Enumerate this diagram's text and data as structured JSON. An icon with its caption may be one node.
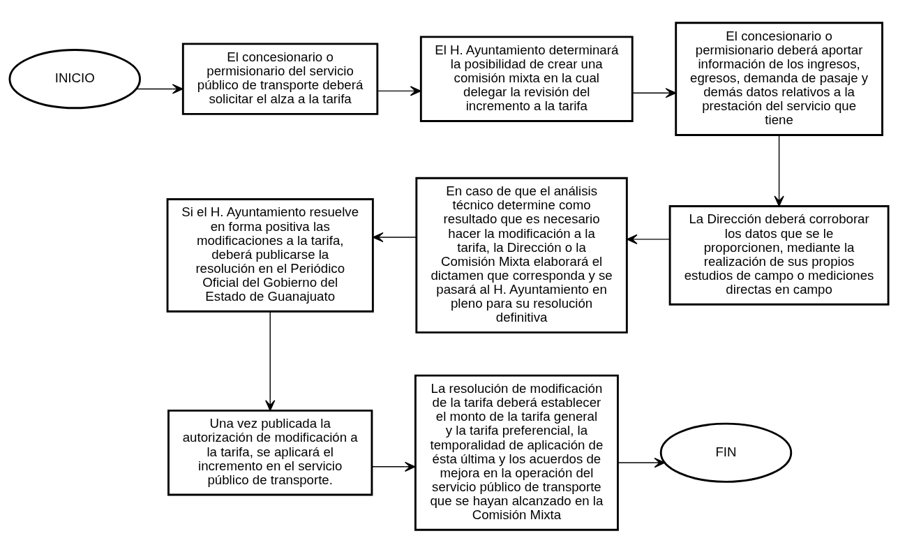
{
  "diagram": {
    "nodes": [
      {
        "text": [
          "INICIO"
        ]
      },
      {
        "text": [
          "El concesionario o permisionario del servicio público de transporte deberá solicitar el alza a la tarifa"
        ]
      },
      {
        "text": [
          "El H. Ayuntamiento determinará la posibilidad de crear una comisión mixta en la cual delegar la revisión del incremento a la tarifa"
        ]
      },
      {
        "text": [
          "El concesionario o permisionario deberá aportar información de los ingresos, egresos, demanda de pasaje y demás datos relativos a la prestación del servicio que tiene"
        ]
      },
      {
        "text": [
          "La Dirección deberá corroborar los datos que se le proporcionen, mediante la realización de sus propios estudios de campo o mediciones directas en campo"
        ]
      },
      {
        "text": [
          "En caso de que el análisis técnico determine como resultado que es necesario hacer la modificación a la tarifa, la Dirección o la Comisión Mixta elaborará el dictamen que corresponda y se pasará al H. Ayuntamiento en pleno para su resolución definitiva"
        ]
      },
      {
        "text": [
          "Si el H. Ayuntamiento resuelve en forma positiva las modificaciones a la tarifa, deberá publicarse la resolución en el Periódico Oficial del Gobierno del Estado de Guanajuato"
        ]
      },
      {
        "text": [
          "Una vez publicada la autorización de modificación a la tarifa, se aplicará el incremento en el servicio público de transporte."
        ]
      },
      {
        "text": [
          "La resolución de modificación de la tarifa deberá establecer el monto de la tarifa general y la tarifa preferencial, la temporalidad de aplicación de ésta última y los acuerdos de mejora en la operación del servicio público de transporte que se hayan alcanzado en la Comisión Mixta"
        ]
      },
      {
        "text": [
          "FIN"
        ]
      }
    ],
    "edges": [
      {
        "from": 0,
        "to": 1,
        "arrow": "to"
      },
      {
        "from": 1,
        "to": 2,
        "arrow": "to"
      },
      {
        "from": 2,
        "to": 3,
        "arrow": "to"
      },
      {
        "from": 3,
        "to": 4,
        "arrow": "to"
      },
      {
        "from": 4,
        "to": 5,
        "arrow": "to"
      },
      {
        "from": 5,
        "to": 6,
        "arrow": "to"
      },
      {
        "from": 6,
        "to": 7,
        "arrow": "to"
      },
      {
        "from": 7,
        "to": 8,
        "arrow": "to"
      },
      {
        "from": 8,
        "to": 9,
        "arrow": "to"
      }
    ]
  }
}
